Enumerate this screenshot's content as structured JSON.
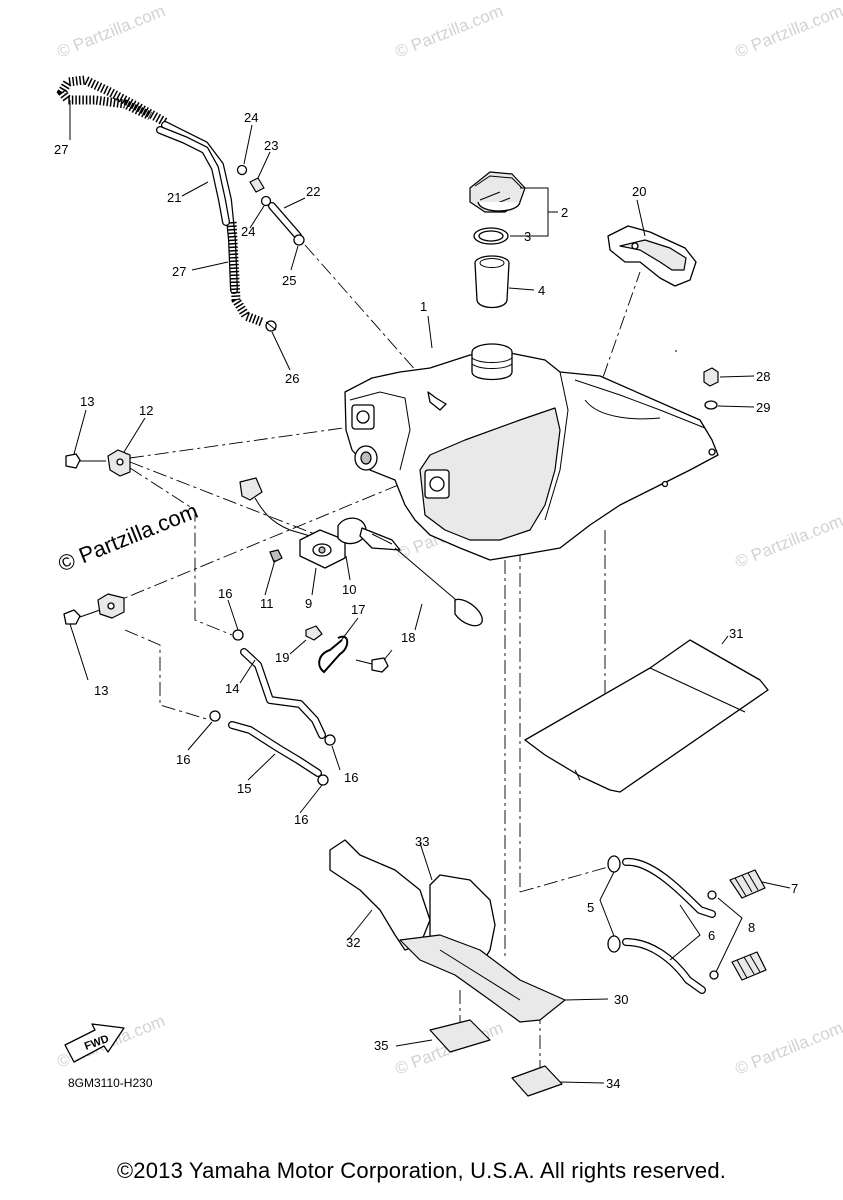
{
  "watermark": {
    "small": "© Partzilla.com",
    "center": "© Partzilla.com"
  },
  "diagram_code": "8GM3110-H230",
  "fwd_label": "FWD",
  "copyright": "©2013 Yamaha Motor Corporation, U.S.A. All rights reserved.",
  "callouts": {
    "c1": "1",
    "c2": "2",
    "c3": "3",
    "c4": "4",
    "c5": "5",
    "c6": "6",
    "c7": "7",
    "c8": "8",
    "c9": "9",
    "c10": "10",
    "c11": "11",
    "c12": "12",
    "c13a": "13",
    "c13b": "13",
    "c14": "14",
    "c15": "15",
    "c16a": "16",
    "c16b": "16",
    "c16c": "16",
    "c16d": "16",
    "c17": "17",
    "c18": "18",
    "c19": "19",
    "c20": "20",
    "c21": "21",
    "c22": "22",
    "c23": "23",
    "c24a": "24",
    "c24b": "24",
    "c25": "25",
    "c26": "26",
    "c27a": "27",
    "c27b": "27",
    "c28": "28",
    "c29": "29",
    "c30": "30",
    "c31": "31",
    "c32": "32",
    "c33": "33",
    "c34": "34",
    "c35": "35"
  }
}
